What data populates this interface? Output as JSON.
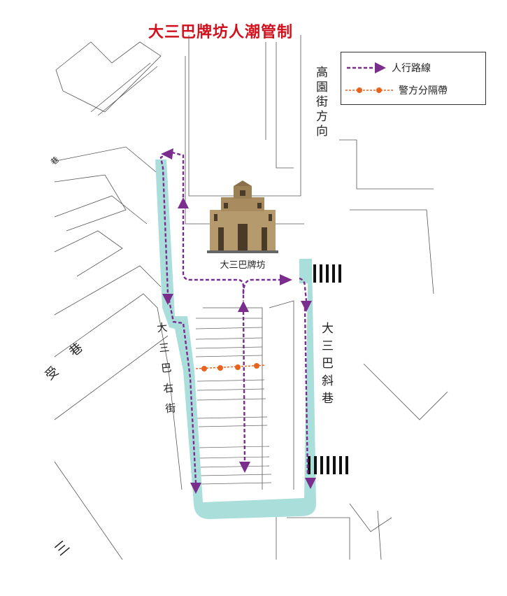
{
  "title": "大三巴牌坊人潮管制",
  "legend": {
    "pedestrian_route": "人行路線",
    "police_barrier": "警方分隔帶"
  },
  "labels": {
    "landmark": "大三巴牌坊",
    "street_top_right": "高園街方向",
    "street_right": "大三巴斜巷",
    "street_left": "大三巴右街",
    "lane_top_left": "巷",
    "lane_left": "巷",
    "lane_left_partial": "受",
    "bottom_left": "三"
  },
  "colors": {
    "route": "#7b2d8e",
    "barrier": "#e8641e",
    "walkway": "#a9dedb",
    "title": "#d0101c"
  },
  "icons": [
    "arrow-icon",
    "barrier-dot-icon",
    "ruins-of-st-paul-icon",
    "crosswalk-icon"
  ]
}
